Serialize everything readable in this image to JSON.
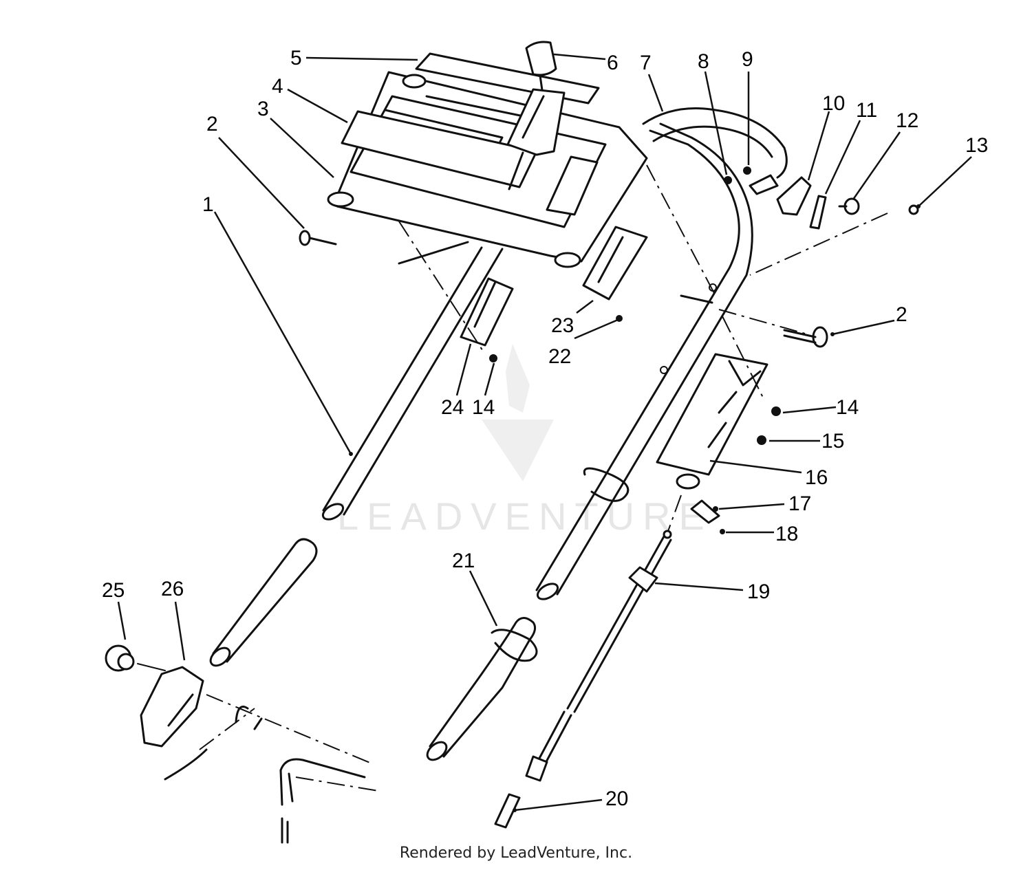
{
  "watermark": "LEADVENTURE",
  "footer": "Rendered by LeadVenture, Inc.",
  "callouts": [
    {
      "id": "c1",
      "label": "1"
    },
    {
      "id": "c2a",
      "label": "2"
    },
    {
      "id": "c2b",
      "label": "2"
    },
    {
      "id": "c3",
      "label": "3"
    },
    {
      "id": "c4",
      "label": "4"
    },
    {
      "id": "c5",
      "label": "5"
    },
    {
      "id": "c6",
      "label": "6"
    },
    {
      "id": "c7",
      "label": "7"
    },
    {
      "id": "c8",
      "label": "8"
    },
    {
      "id": "c9",
      "label": "9"
    },
    {
      "id": "c10",
      "label": "10"
    },
    {
      "id": "c11",
      "label": "11"
    },
    {
      "id": "c12",
      "label": "12"
    },
    {
      "id": "c13",
      "label": "13"
    },
    {
      "id": "c14a",
      "label": "14"
    },
    {
      "id": "c14b",
      "label": "14"
    },
    {
      "id": "c15",
      "label": "15"
    },
    {
      "id": "c16",
      "label": "16"
    },
    {
      "id": "c17",
      "label": "17"
    },
    {
      "id": "c18",
      "label": "18"
    },
    {
      "id": "c19",
      "label": "19"
    },
    {
      "id": "c20",
      "label": "20"
    },
    {
      "id": "c21",
      "label": "21"
    },
    {
      "id": "c22",
      "label": "22"
    },
    {
      "id": "c23",
      "label": "23"
    },
    {
      "id": "c24",
      "label": "24"
    },
    {
      "id": "c25",
      "label": "25"
    },
    {
      "id": "c26",
      "label": "26"
    }
  ]
}
